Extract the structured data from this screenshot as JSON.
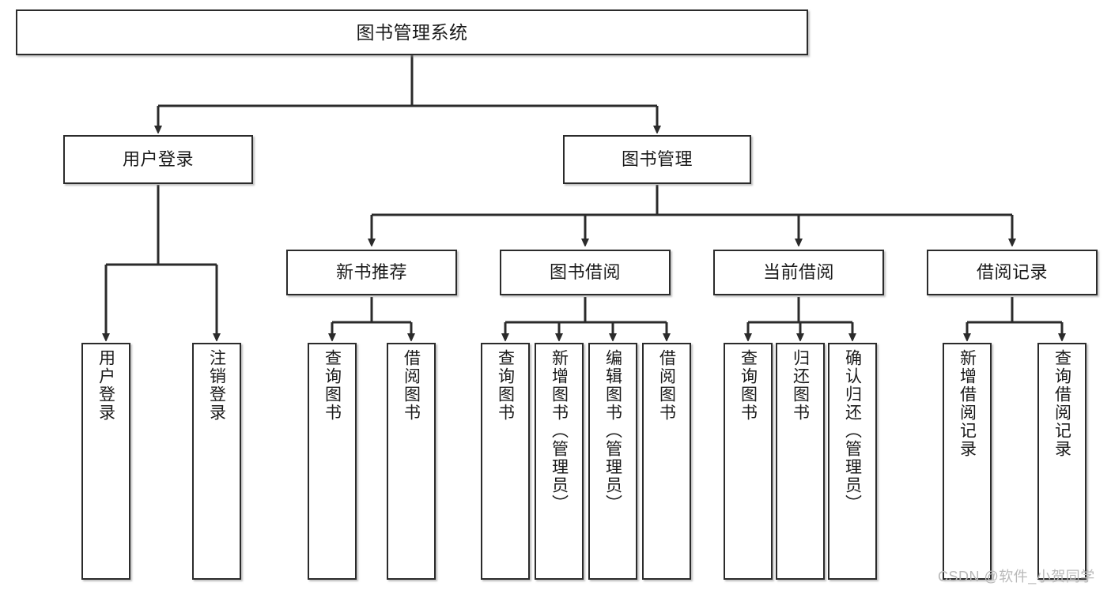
{
  "diagram": {
    "title": "图书管理系统",
    "type": "tree-hierarchy-diagram",
    "root": {
      "label": "图书管理系统"
    },
    "level2": [
      {
        "label": "用户登录"
      },
      {
        "label": "图书管理"
      }
    ],
    "level3": [
      {
        "label": "新书推荐"
      },
      {
        "label": "图书借阅"
      },
      {
        "label": "当前借阅"
      },
      {
        "label": "借阅记录"
      }
    ],
    "leaves": {
      "user_login": [
        {
          "label": "用户登录"
        },
        {
          "label": "注销登录"
        }
      ],
      "new_book_recommend": [
        {
          "label": "查询图书"
        },
        {
          "label": "借阅图书"
        }
      ],
      "book_borrow": [
        {
          "label": "查询图书"
        },
        {
          "label": "新增图书（管理员）"
        },
        {
          "label": "编辑图书（管理员）"
        },
        {
          "label": "借阅图书"
        }
      ],
      "current_borrow": [
        {
          "label": "查询图书"
        },
        {
          "label": "归还图书"
        },
        {
          "label": "确认归还（管理员）"
        }
      ],
      "borrow_record": [
        {
          "label": "新增借阅记录"
        },
        {
          "label": "查询借阅记录"
        }
      ]
    }
  },
  "watermark": {
    "text": "CSDN @软件_小贺同学"
  },
  "colors": {
    "background": "#ffffff",
    "box_border": "#2b2b2b",
    "box_fill": "#ffffff",
    "connector": "#2b2b2b",
    "text": "#1a1a1a",
    "watermark": "#b9b9b9"
  }
}
